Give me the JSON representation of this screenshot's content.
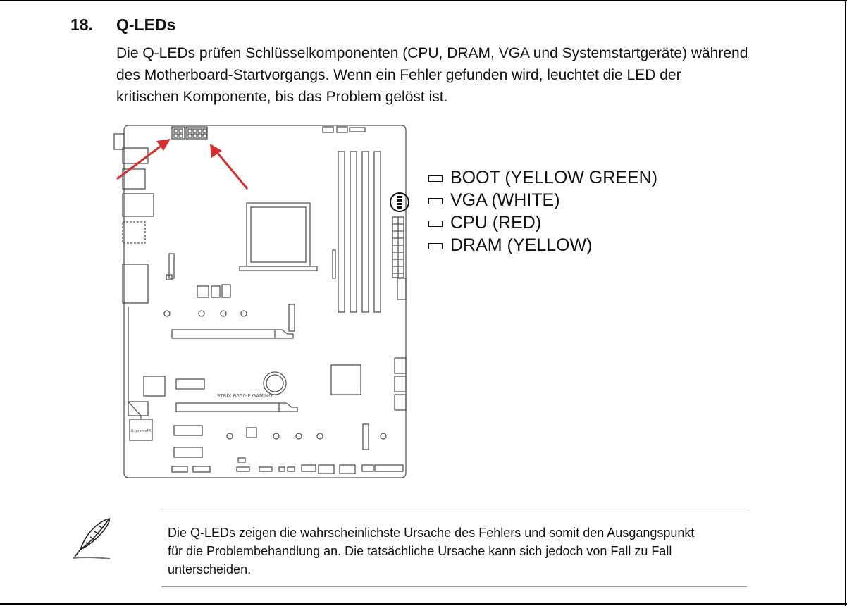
{
  "section": {
    "number": "18.",
    "title": "Q-LEDs",
    "body_lines": [
      "Die Q-LEDs prüfen Schlüsselkomponenten (CPU, DRAM, VGA und Systemstartgeräte) während",
      "des Motherboard-Startvorgangs. Wenn ein Fehler gefunden wird, leuchtet die LED der",
      "kritischen Komponente, bis das Problem gelöst ist."
    ]
  },
  "diagram": {
    "board_label": "STRIX B550-F GAMING",
    "supremefx_label": "SupremeFX",
    "legend": [
      "BOOT (YELLOW GREEN)",
      "VGA (WHITE)",
      "CPU (RED)",
      "DRAM (YELLOW)"
    ],
    "arrow_color": "#d32f2f"
  },
  "note": {
    "icon": "feather-pen-icon",
    "lines": [
      "Die Q-LEDs zeigen die wahrscheinlichste Ursache des Fehlers und somit den Ausgangspunkt",
      "für die Problembehandlung an. Die tatsächliche Ursache kann sich jedoch von Fall zu Fall",
      "unterscheiden."
    ]
  }
}
